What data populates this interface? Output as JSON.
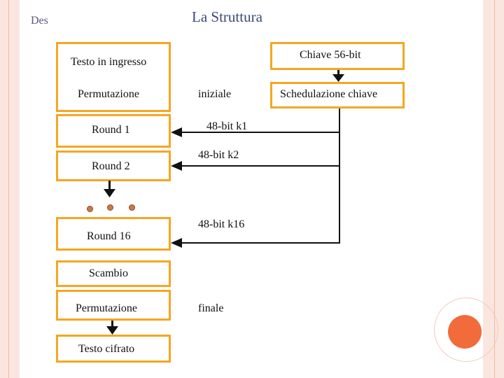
{
  "slide": {
    "title": "La Struttura",
    "corner_label": "Des"
  },
  "left_column": {
    "plaintext": "Testo in ingresso",
    "initial_permutation": "Permutazione",
    "round1": "Round 1",
    "round2": "Round 2",
    "round16": "Round 16",
    "swap": "Scambio",
    "final_permutation": "Permutazione",
    "ciphertext": "Testo cifrato"
  },
  "middle_labels": {
    "initial": "iniziale",
    "k1": "48-bit k1",
    "k2": "48-bit k2",
    "k16": "48-bit k16",
    "final": "finale"
  },
  "key": {
    "key_box": "Chiave 56-bit",
    "schedule": "Schedulazione chiave"
  },
  "colors": {
    "box_border": "#f5a623",
    "frame": "#fbe6df",
    "accent_circle": "#f26b3a"
  }
}
